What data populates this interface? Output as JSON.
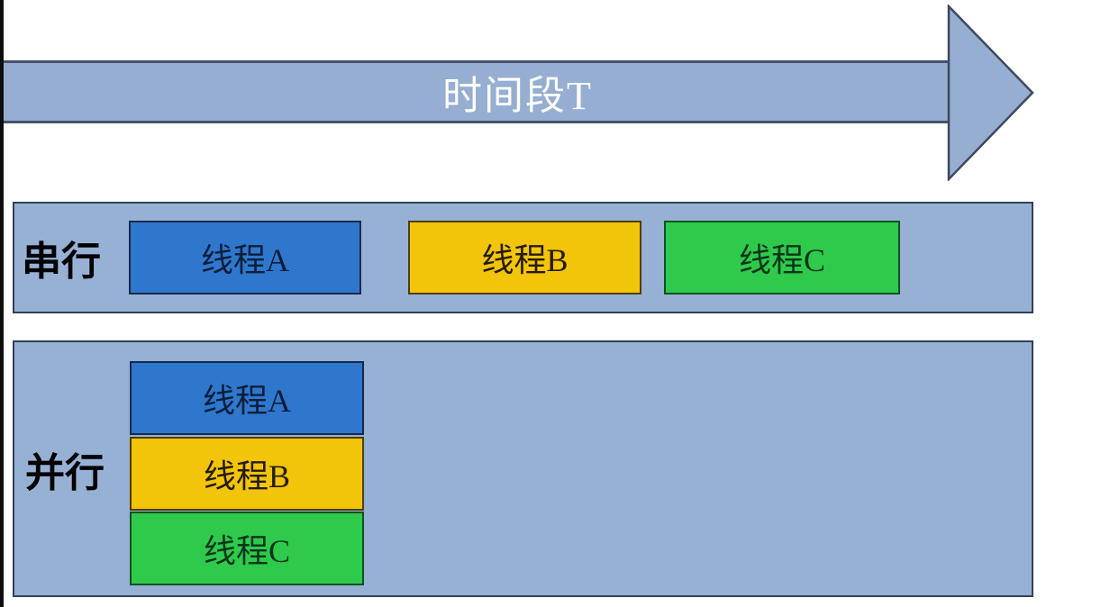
{
  "diagram": {
    "timeline_label": "时间段T",
    "rows": [
      {
        "label": "串行",
        "threads": [
          {
            "label": "线程A"
          },
          {
            "label": "线程B"
          },
          {
            "label": "线程C"
          }
        ]
      },
      {
        "label": "并行",
        "threads": [
          {
            "label": "线程A"
          },
          {
            "label": "线程B"
          },
          {
            "label": "线程C"
          }
        ]
      }
    ]
  },
  "colors": {
    "arrow_fill": "#95aed1",
    "arrow_stroke": "#3d4961",
    "arrow_text": "#ffffff",
    "band_fill": "#97b1d4",
    "band_border": "#334058",
    "thread_a": "#2e77cc",
    "thread_b": "#f2c40a",
    "thread_c": "#2fc94c",
    "label_text": "#000000"
  }
}
